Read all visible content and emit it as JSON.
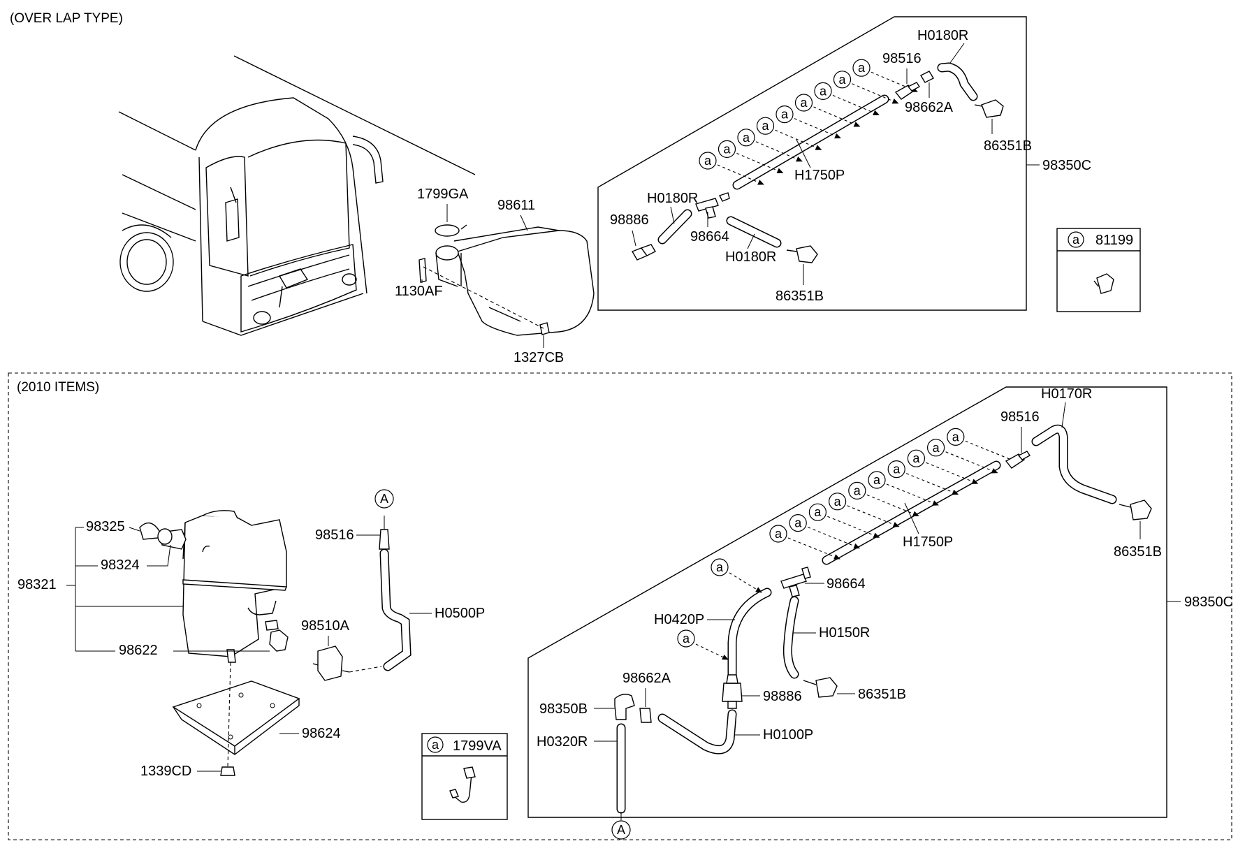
{
  "sections": {
    "top_title": "(OVER LAP TYPE)",
    "bottom_title": "(2010 ITEMS)"
  },
  "callout": "a",
  "connector": "A",
  "top_labels": {
    "p1799GA": "1799GA",
    "p98611": "98611",
    "p1130AF": "1130AF",
    "p1327CB": "1327CB",
    "pH0180R_a": "H0180R",
    "p98516": "98516",
    "p98662A": "98662A",
    "p86351B_a": "86351B",
    "p98350C": "98350C",
    "pH1750P": "H1750P",
    "pH0180R_b": "H0180R",
    "p98886": "98886",
    "p98664": "98664",
    "pH0180R_c": "H0180R",
    "p86351B_b": "86351B"
  },
  "legend_top": {
    "letter": "a",
    "part": "81199"
  },
  "legend_bottom": {
    "letter": "a",
    "part": "1799VA"
  },
  "bottom_labels": {
    "p98325": "98325",
    "p98324": "98324",
    "p98321": "98321",
    "p98622": "98622",
    "p98624": "98624",
    "p1339CD": "1339CD",
    "p98516_l": "98516",
    "pH0500P": "H0500P",
    "p98510A": "98510A",
    "pH0170R": "H0170R",
    "p98516_r": "98516",
    "pH1750P": "H1750P",
    "p86351B_r": "86351B",
    "p98350C": "98350C",
    "p98664": "98664",
    "pH0420P": "H0420P",
    "pH0150R": "H0150R",
    "p98662A": "98662A",
    "p98886": "98886",
    "p86351B_c": "86351B",
    "p98350B": "98350B",
    "pH0100P": "H0100P",
    "pH0320R": "H0320R"
  }
}
